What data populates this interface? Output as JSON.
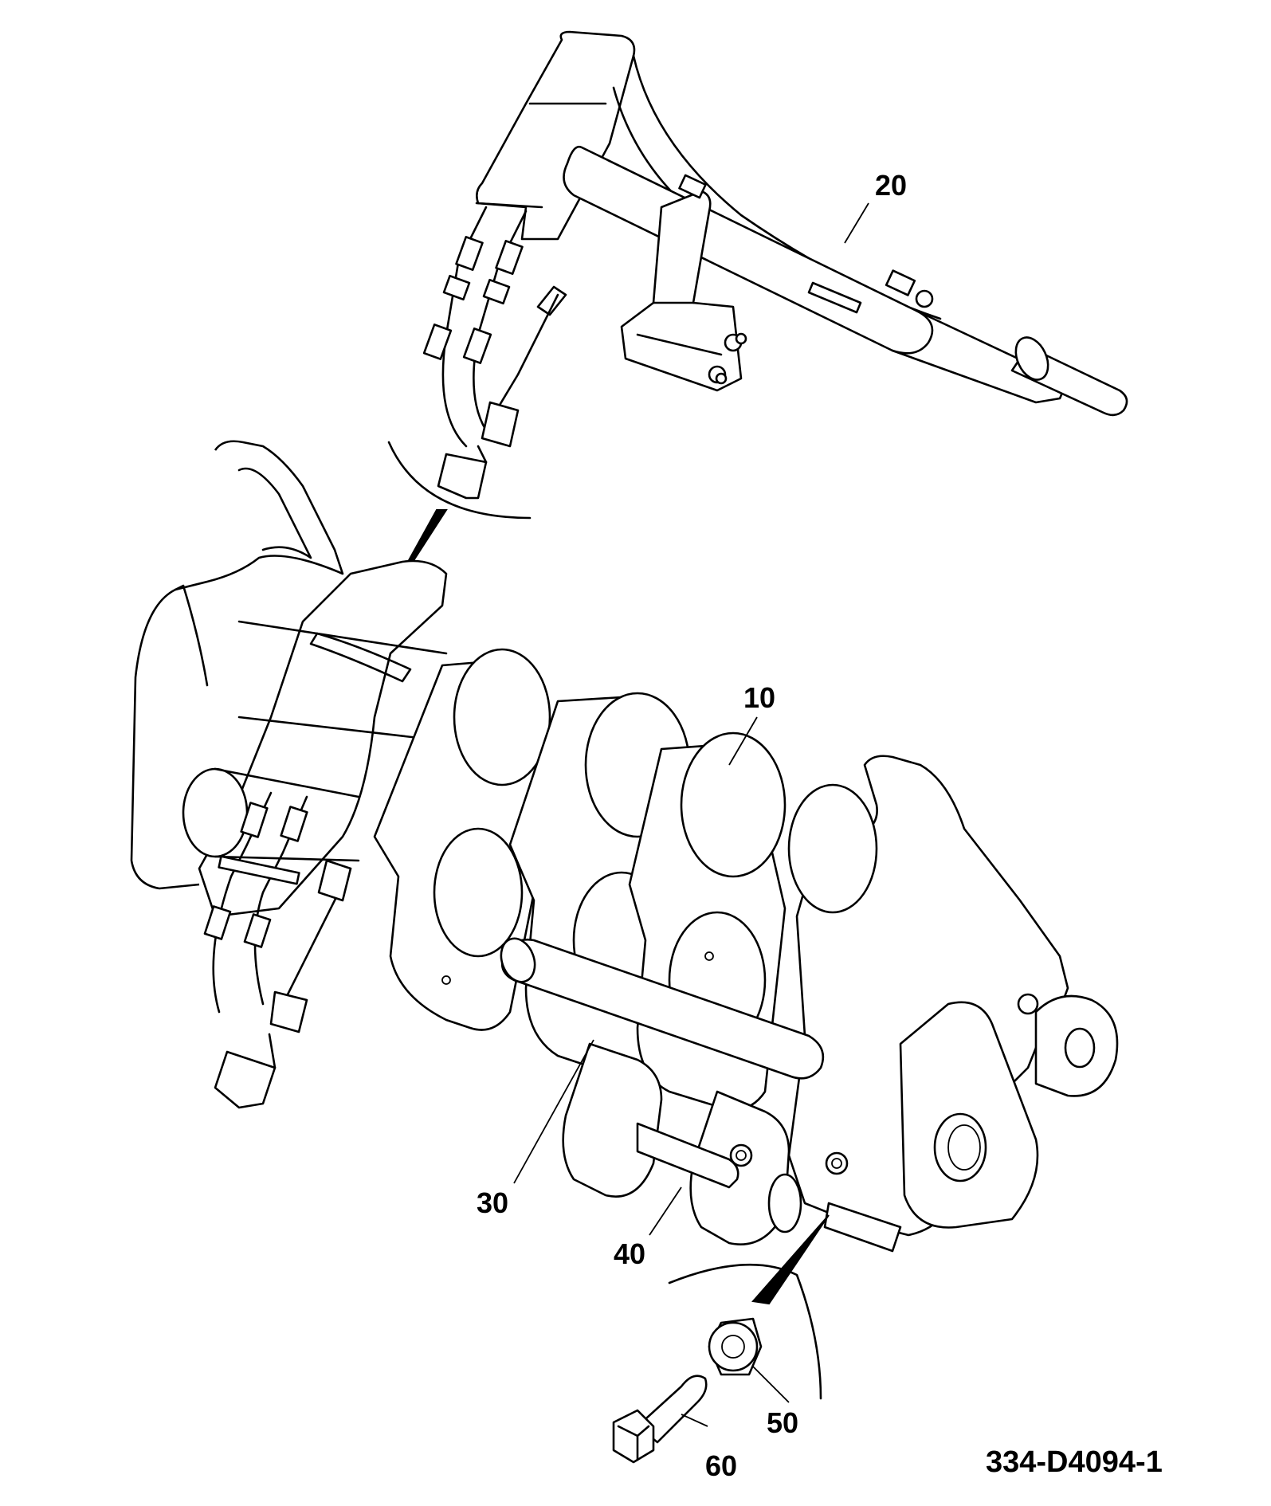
{
  "drawing": {
    "reference": "334-D4094-1"
  },
  "callouts": [
    {
      "id": "callout-20",
      "label": "20"
    },
    {
      "id": "callout-10",
      "label": "10"
    },
    {
      "id": "callout-30",
      "label": "30"
    },
    {
      "id": "callout-40",
      "label": "40"
    },
    {
      "id": "callout-50",
      "label": "50"
    },
    {
      "id": "callout-60",
      "label": "60"
    }
  ]
}
